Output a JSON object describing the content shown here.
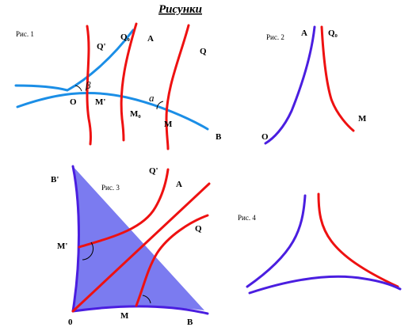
{
  "title": "Рисунки",
  "fig1": {
    "caption": "Рис. 1",
    "labels": {
      "Q1": "Q'",
      "Q0": "Q₀",
      "A": "A",
      "Q": "Q",
      "beta": "β",
      "O": "O",
      "M1": "M'",
      "M0": "M₀",
      "alpha": "a",
      "M": "M",
      "B": "B"
    }
  },
  "fig2": {
    "caption": "Рис. 2",
    "labels": {
      "A": "A",
      "Q0": "Q₀",
      "M": "M",
      "O": "O"
    }
  },
  "fig3": {
    "caption": "Рис. 3",
    "labels": {
      "B1": "B'",
      "Q1": "Q'",
      "A": "A",
      "Q": "Q",
      "M1": "M'",
      "O": "0",
      "M": "M",
      "B": "B"
    }
  },
  "fig4": {
    "caption": "Рис. 4"
  },
  "colors": {
    "red": "#ee1111",
    "blue": "#1b8ee6",
    "violet": "#4a1ee0",
    "fill": "#7b7bf0"
  }
}
